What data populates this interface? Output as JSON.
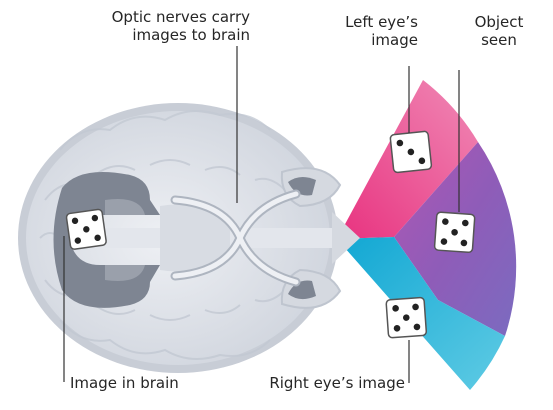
{
  "labels": {
    "optic_nerves_line1": "Optic nerves carry",
    "optic_nerves_line2": "images to brain",
    "left_eye_line1": "Left eye’s",
    "left_eye_line2": "image",
    "object_line1": "Object",
    "object_line2": "seen",
    "image_in_brain": "Image in brain",
    "right_eye_image": "Right eye’s image"
  },
  "colors": {
    "left_field": "#e6488d",
    "right_field": "#1aa6c9",
    "overlap_field": "#9b59b8",
    "brain_outer": "#d5d9e0",
    "brain_inner": "#c0c6d1",
    "nerve": "#eef0f4",
    "leader_line": "#333333"
  },
  "icons": [
    "die-icon",
    "brain-illustration"
  ]
}
